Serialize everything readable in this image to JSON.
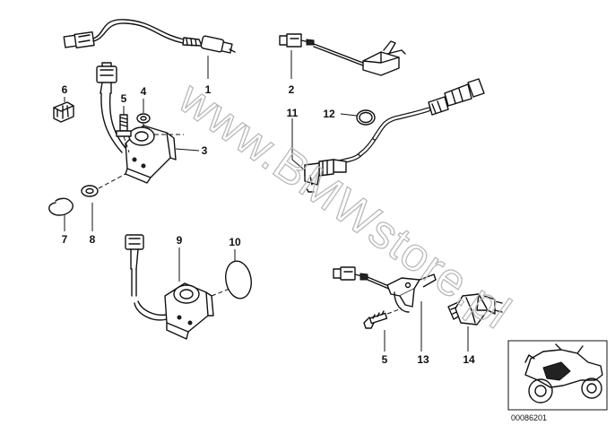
{
  "diagram": {
    "watermark": "www.BMWstore.pl",
    "drawing_code": "00086201",
    "callouts": [
      {
        "id": "1",
        "text": "1"
      },
      {
        "id": "2",
        "text": "2"
      },
      {
        "id": "3",
        "text": "3"
      },
      {
        "id": "4",
        "text": "4"
      },
      {
        "id": "5a",
        "text": "5"
      },
      {
        "id": "5b",
        "text": "5"
      },
      {
        "id": "6",
        "text": "6"
      },
      {
        "id": "7",
        "text": "7"
      },
      {
        "id": "8",
        "text": "8"
      },
      {
        "id": "9",
        "text": "9"
      },
      {
        "id": "10",
        "text": "10"
      },
      {
        "id": "11",
        "text": "11"
      },
      {
        "id": "12",
        "text": "12"
      },
      {
        "id": "13",
        "text": "13"
      },
      {
        "id": "14",
        "text": "14"
      }
    ]
  }
}
